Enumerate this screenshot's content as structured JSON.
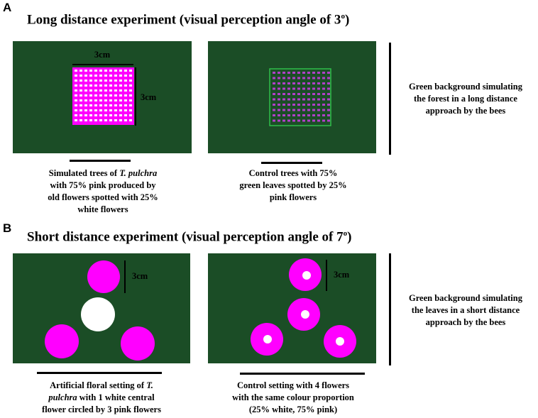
{
  "panel_a": {
    "letter": "A",
    "heading": "Long distance experiment (visual perception angle of 3",
    "heading_degree": "o",
    "heading_close": ")",
    "dimension_width": "3cm",
    "dimension_height": "3cm",
    "left_caption": {
      "line1_pre": "Simulated trees of ",
      "line1_italic": "T. pulchra",
      "line2": "with 75% pink produced by",
      "line3": "old flowers spotted with 25%",
      "line4": "white flowers"
    },
    "right_caption": {
      "line1": "Control trees with 75%",
      "line2": "green leaves spotted by 25%",
      "line3": "pink flowers"
    },
    "side_note": {
      "line1": "Green background simulating",
      "line2": "the forest in a long distance",
      "line3": "approach by the bees"
    }
  },
  "panel_b": {
    "letter": "B",
    "heading": "Short distance experiment (visual perception angle of 7",
    "heading_degree": "o",
    "heading_close": ")",
    "left_dimension": "3cm",
    "right_dimension": "3cm",
    "left_caption": {
      "line1_pre": "Artificial floral setting of ",
      "line1_italic": "T.",
      "line2_italic": "pulchra",
      "line2_post": " with 1 white central",
      "line3": "flower circled by 3 pink flowers"
    },
    "right_caption": {
      "line1": "Control setting with 4 flowers",
      "line2": "with the same colour proportion",
      "line3": "(25% white, 75% pink)"
    },
    "side_note": {
      "line1": "Green background simulating",
      "line2": "the leaves in a short distance",
      "line3": "approach by the bees"
    }
  },
  "colors": {
    "background_green": "#1b4d26",
    "pink": "#ff00ff",
    "white": "#ffffff",
    "control_dots": "#b040c8",
    "control_border": "#2fbf4a"
  }
}
